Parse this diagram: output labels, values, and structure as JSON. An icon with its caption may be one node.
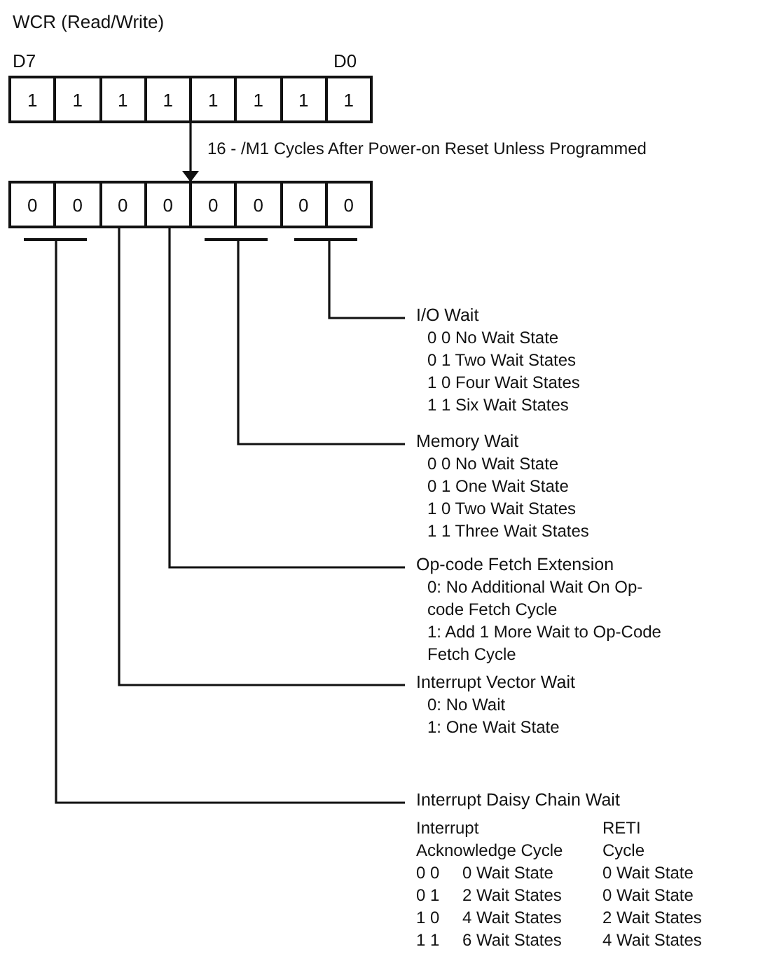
{
  "diagram": {
    "title": "WCR (Read/Write)",
    "nodes": [
      {
        "text": [],
        "shape": "box"
      },
      {
        "text": [
          "1"
        ],
        "in": 0
      },
      {
        "text": [
          "1"
        ],
        "in": 0
      },
      {
        "text": [
          "1"
        ],
        "in": 0
      },
      {
        "text": [
          "1"
        ],
        "in": 0
      },
      {
        "text": [
          "1"
        ],
        "in": 0
      },
      {
        "text": [
          "1"
        ],
        "in": 0
      },
      {
        "text": [
          "1"
        ],
        "in": 0
      },
      {
        "text": [
          "1"
        ],
        "in": 0
      },
      {
        "text": [],
        "shape": "box"
      },
      {
        "text": [
          "0"
        ],
        "in": 9
      },
      {
        "text": [
          "0"
        ],
        "in": 9
      },
      {
        "text": [
          "0"
        ],
        "in": 9
      },
      {
        "text": [
          "0"
        ],
        "in": 9
      },
      {
        "text": [
          "0"
        ],
        "in": 9
      },
      {
        "text": [
          "0"
        ],
        "in": 9
      },
      {
        "text": [
          "0"
        ],
        "in": 9
      },
      {
        "text": [
          "0"
        ],
        "in": 9
      },
      {
        "text": [],
        "shape": "bar"
      },
      {
        "text": [],
        "shape": "bar"
      },
      {
        "text": [],
        "shape": "bar"
      },
      {
        "text": [
          "I/O Wait",
          "0 0 No Wait State",
          "0 1 Two Wait States",
          "1 0 Four Wait States",
          "1 1 Six Wait States"
        ]
      },
      {
        "text": [
          "Memory Wait",
          "0 0 No Wait State",
          "0 1 One Wait State",
          "1 0 Two Wait States",
          "1 1 Three Wait States"
        ]
      },
      {
        "text": [
          "Op-code Fetch Extension",
          "0: No Additional Wait On Op-code Fetch Cycle",
          "1: Add 1 More Wait to Op-Code Fetch Cycle"
        ]
      },
      {
        "text": [
          "Interrupt Vector Wait",
          "0: No Wait",
          "1: One Wait State"
        ]
      },
      {
        "text": [
          "Interrupt Daisy Chain Wait"
        ]
      }
    ],
    "edges": [
      {
        "from": 0,
        "to": 9,
        "arrow": "to",
        "label": "16 - /M1 Cycles After Power-on Reset Unless Programmed"
      },
      {
        "from": 20,
        "to": 21,
        "arrow": "none"
      },
      {
        "from": 19,
        "to": 22,
        "arrow": "none"
      },
      {
        "from": 13,
        "to": 23,
        "arrow": "none"
      },
      {
        "from": 12,
        "to": 24,
        "arrow": "none"
      },
      {
        "from": 18,
        "to": 25,
        "arrow": "none"
      }
    ],
    "labels": [
      "D7",
      "D0",
      "Interrupt Acknowledge Cycle",
      "RETI Cycle",
      "0 0",
      "0 Wait State",
      "0 Wait State",
      "0 1",
      "2 Wait States",
      "0 Wait State",
      "1 0",
      "4 Wait States",
      "2 Wait States",
      "1 1",
      "6 Wait States",
      "4 Wait States"
    ]
  }
}
